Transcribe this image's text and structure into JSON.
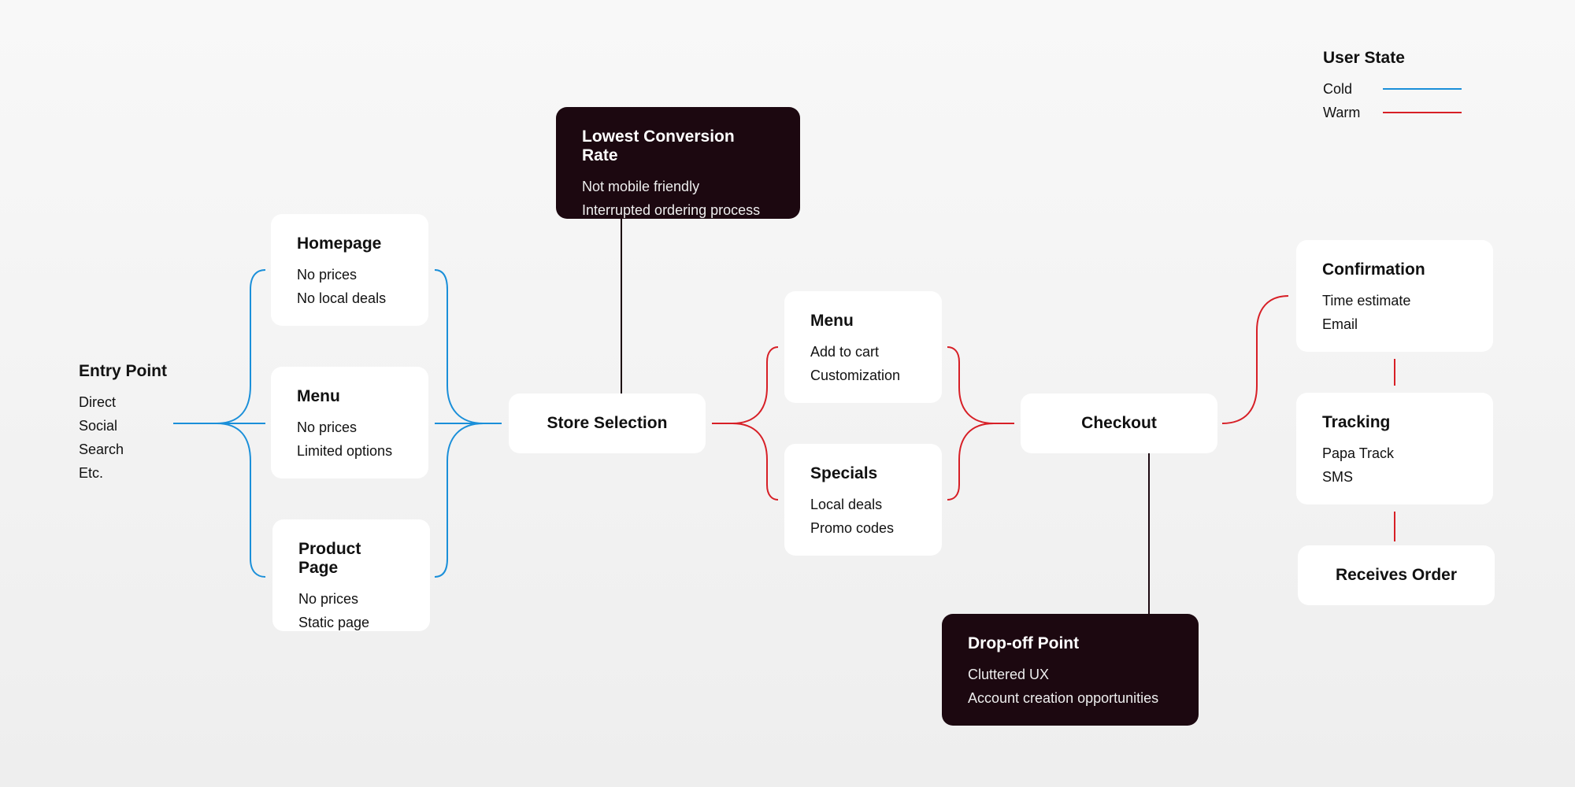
{
  "colors": {
    "cold": "#1a8fd9",
    "warm": "#d71f26",
    "dark": "#1c0810"
  },
  "legend": {
    "title": "User State",
    "items": [
      {
        "label": "Cold",
        "color": "#1a8fd9"
      },
      {
        "label": "Warm",
        "color": "#d71f26"
      }
    ]
  },
  "entry": {
    "title": "Entry Point",
    "items": [
      "Direct",
      "Social",
      "Search",
      "Etc."
    ]
  },
  "homepage": {
    "title": "Homepage",
    "items": [
      "No prices",
      "No local deals"
    ]
  },
  "menu_cold": {
    "title": "Menu",
    "items": [
      "No prices",
      "Limited options"
    ]
  },
  "product_page": {
    "title": "Product Page",
    "items": [
      "No prices",
      "Static page"
    ]
  },
  "store_selection": {
    "title": "Store Selection"
  },
  "lowest_conversion": {
    "title": "Lowest Conversion Rate",
    "items": [
      "Not mobile friendly",
      "Interrupted ordering process"
    ]
  },
  "menu_warm": {
    "title": "Menu",
    "items": [
      "Add to cart",
      "Customization"
    ]
  },
  "specials": {
    "title": "Specials",
    "items": [
      "Local deals",
      "Promo codes"
    ]
  },
  "checkout": {
    "title": "Checkout"
  },
  "dropoff": {
    "title": "Drop-off Point",
    "items": [
      "Cluttered UX",
      "Account creation opportunities"
    ]
  },
  "confirmation": {
    "title": "Confirmation",
    "items": [
      "Time estimate",
      "Email"
    ]
  },
  "tracking": {
    "title": "Tracking",
    "items": [
      "Papa Track",
      "SMS"
    ]
  },
  "receives_order": {
    "title": "Receives Order"
  }
}
